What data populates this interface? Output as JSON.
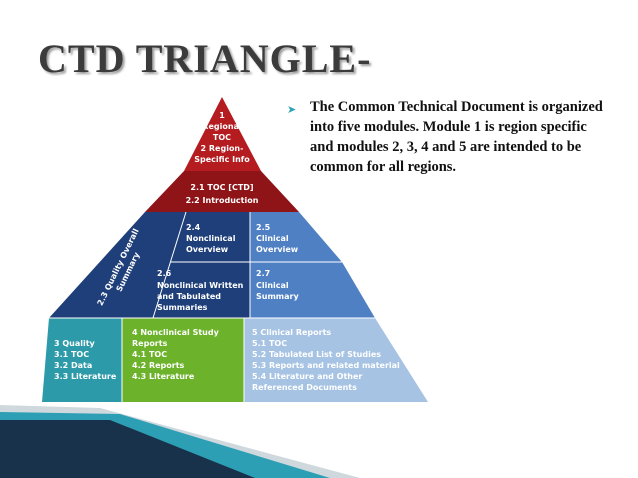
{
  "slide": {
    "title": "CTD TRIANGLE-",
    "description": "The Common Technical Document is organized into five modules. Module 1 is region specific and modules 2, 3, 4 and 5 are intended to be common for all regions."
  },
  "pyramid": {
    "apex": [
      "1",
      "Regional",
      "TOC",
      "2 Region-",
      "Specific Info"
    ],
    "band2": [
      "2.1 TOC [CTD]",
      "2.2 Introduction"
    ],
    "quality_overall": [
      "2.3 Quality Overall",
      "Summary"
    ],
    "nonclinical_overview": [
      "2.4",
      "Nonclinical",
      "Overview"
    ],
    "clinical_overview": [
      "2.5",
      "Clinical",
      "Overview"
    ],
    "nonclinical_summaries": [
      "2.6",
      "Nonclinical Written",
      "and Tabulated",
      "Summaries"
    ],
    "clinical_summary": [
      "2.7",
      "Clinical",
      "Summary"
    ],
    "module3": [
      "3 Quality",
      "3.1 TOC",
      "3.2 Data",
      "3.3 Literature"
    ],
    "module4": [
      "4 Nonclinical Study",
      "Reports",
      "4.1 TOC",
      "4.2 Reports",
      "4.3 Literature"
    ],
    "module5": [
      "5 Clinical Reports",
      "5.1 TOC",
      "5.2 Tabulated List of Studies",
      "5.3 Reports and related material",
      "5.4 Literature and Other",
      "Referenced Documents"
    ]
  },
  "colors": {
    "red": "#b41c20",
    "red_dark": "#8f1418",
    "navy": "#1f3f7a",
    "blue": "#4f80c4",
    "teal": "#2c9aa8",
    "green": "#6cb32b",
    "lightblue": "#a6c3e3",
    "accent": "#2aa3b6"
  }
}
